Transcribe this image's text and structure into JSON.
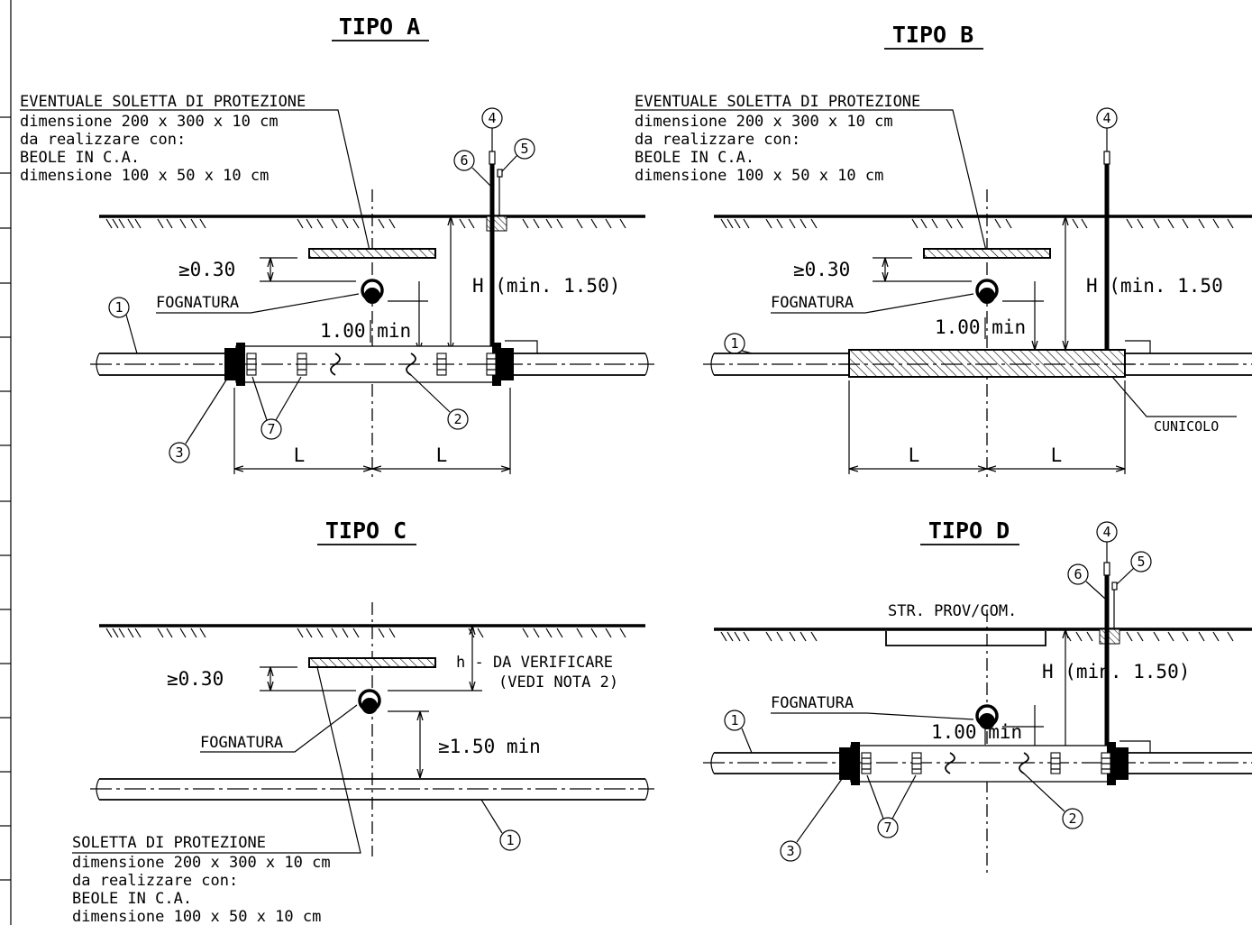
{
  "types": {
    "a": {
      "title": "TIPO A",
      "soletta_lines": [
        "EVENTUALE SOLETTA DI PROTEZIONE",
        "dimensione 200 x 300 x 10 cm",
        "da realizzare con:",
        "BEOLE IN C.A.",
        "dimensione 100 x 50 x 10 cm"
      ],
      "clearance_top": "≥0.30",
      "sewer_label": "FOGNATURA",
      "clearance_sewer": "1.00 min",
      "depth": "H (min. 1.50)",
      "length_left": "L",
      "length_right": "L",
      "markers": [
        "1",
        "2",
        "3",
        "4",
        "5",
        "6",
        "7"
      ]
    },
    "b": {
      "title": "TIPO B",
      "soletta_lines": [
        "EVENTUALE SOLETTA DI PROTEZIONE",
        "dimensione 200 x 300 x 10 cm",
        "da realizzare con:",
        "BEOLE IN C.A.",
        "dimensione 100 x 50 x 10 cm"
      ],
      "clearance_top": "≥0.30",
      "sewer_label": "FOGNATURA",
      "clearance_sewer": "1.00 min",
      "depth": "H (min. 1.50",
      "tunnel_label": "CUNICOLO",
      "length_left": "L",
      "length_right": "L",
      "markers": [
        "1",
        "4"
      ]
    },
    "c": {
      "title": "TIPO C",
      "clearance_top": "≥0.30",
      "sewer_label": "FOGNATURA",
      "depth_note_1": "h - DA VERIFICARE",
      "depth_note_2": "(VEDI NOTA 2)",
      "clearance_sewer": "≥1.50 min",
      "soletta_lines": [
        "SOLETTA DI PROTEZIONE",
        "dimensione 200 x 300 x 10 cm",
        "da realizzare con:",
        "BEOLE IN C.A.",
        "dimensione 100 x 50 x 10 cm"
      ],
      "markers": [
        "1"
      ]
    },
    "d": {
      "title": "TIPO D",
      "road_label": "STR. PROV/COM.",
      "sewer_label": "FOGNATURA",
      "clearance_sewer": "1.00 min",
      "depth": "H (min. 1.50)",
      "markers": [
        "1",
        "2",
        "3",
        "4",
        "5",
        "6",
        "7"
      ]
    }
  }
}
